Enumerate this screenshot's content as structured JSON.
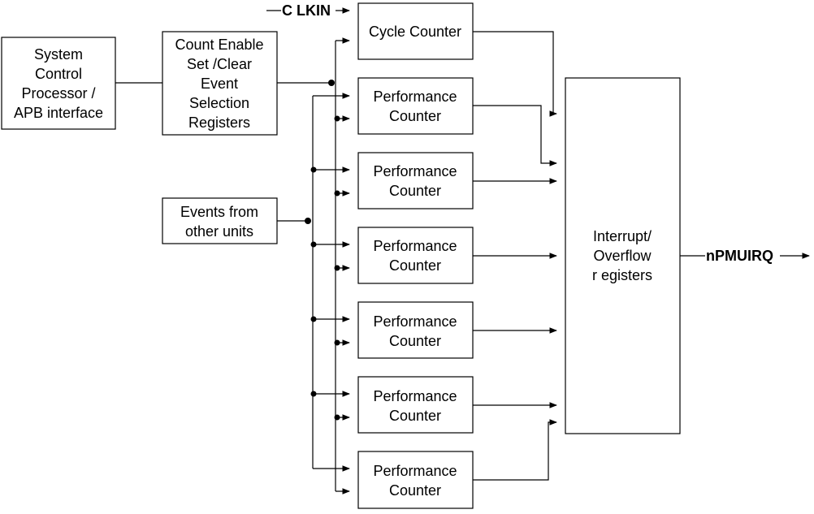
{
  "diagram": {
    "clock_label": "C LKIN",
    "output_label": "nPMUIRQ",
    "system_control": [
      "System",
      "Control",
      "Processor /",
      "APB interface"
    ],
    "count_enable": [
      "Count Enable",
      "Set /Clear",
      "Event",
      "Selection",
      "Registers"
    ],
    "events": [
      "Events from",
      "other units"
    ],
    "cycle_counter": "Cycle Counter",
    "perf_counter": [
      "Performance",
      "Counter"
    ],
    "interrupt": [
      "Interrupt/",
      "Overflow",
      "r egisters"
    ]
  },
  "colors": {
    "stroke": "#000000",
    "background": "#ffffff"
  }
}
